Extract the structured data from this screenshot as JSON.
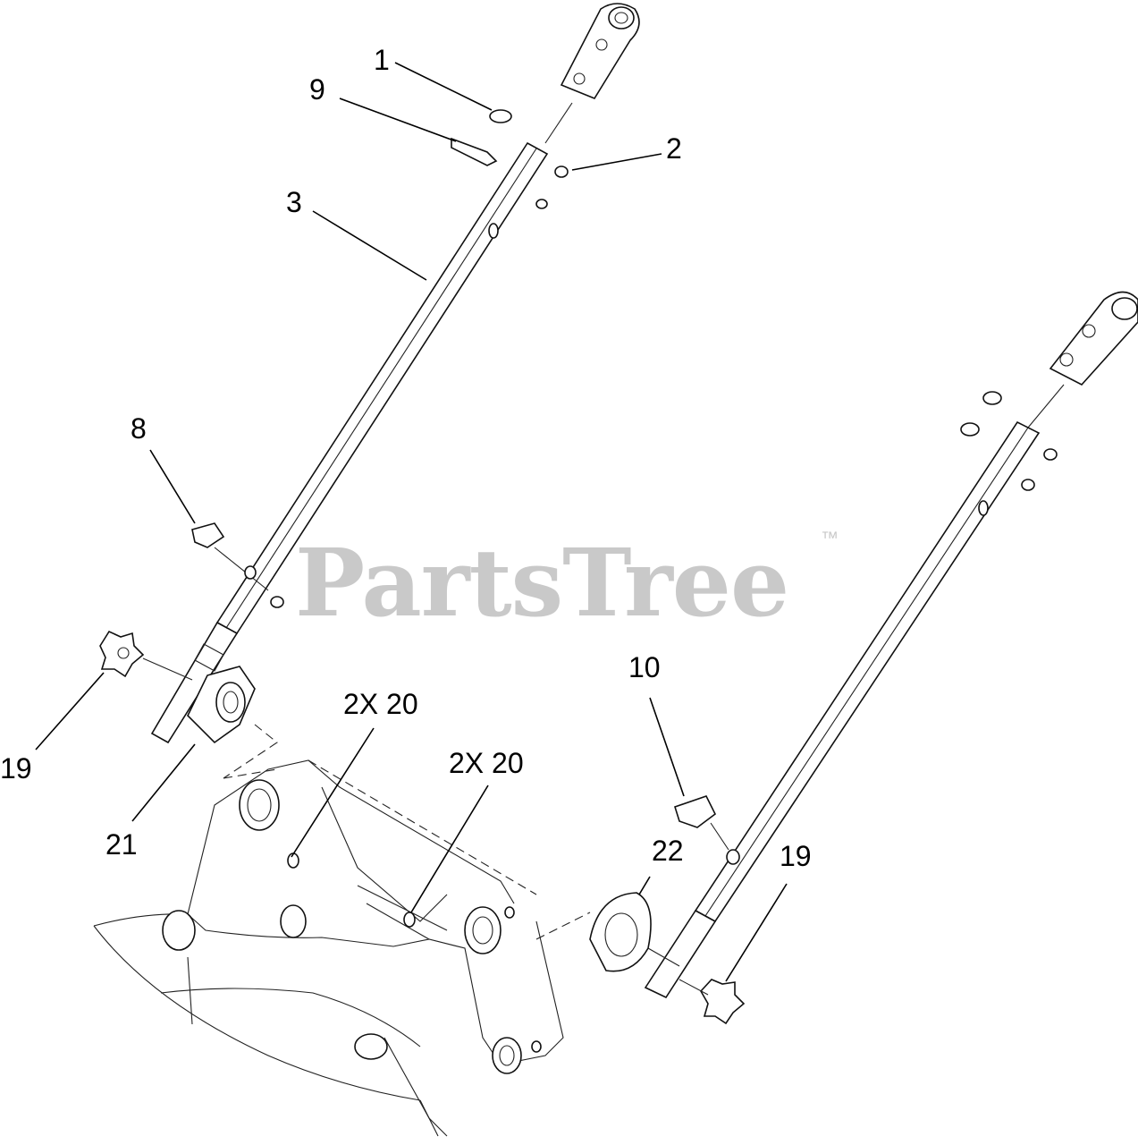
{
  "watermark": {
    "text": "PartsTree",
    "trademark": "™"
  },
  "callouts": [
    {
      "id": "c1",
      "label": "1"
    },
    {
      "id": "c9",
      "label": "9"
    },
    {
      "id": "c2",
      "label": "2"
    },
    {
      "id": "c3",
      "label": "3"
    },
    {
      "id": "c8",
      "label": "8"
    },
    {
      "id": "c19a",
      "label": "19"
    },
    {
      "id": "c21",
      "label": "21"
    },
    {
      "id": "c20a",
      "label": "2X 20"
    },
    {
      "id": "c20b",
      "label": "2X 20"
    },
    {
      "id": "c10",
      "label": "10"
    },
    {
      "id": "c22",
      "label": "22"
    },
    {
      "id": "c19b",
      "label": "19"
    }
  ]
}
